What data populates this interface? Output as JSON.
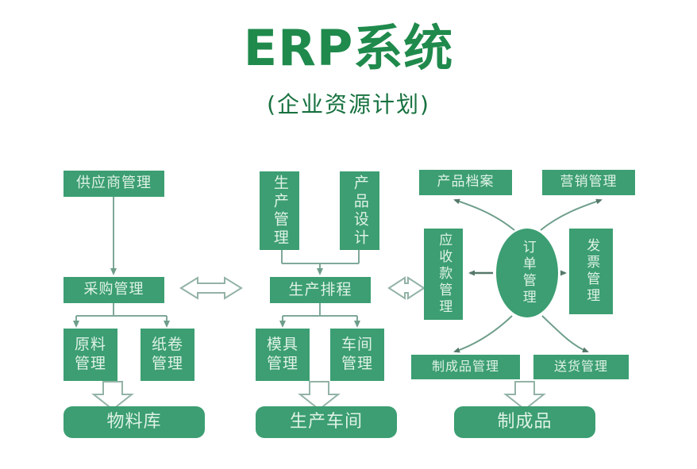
{
  "header": {
    "title": "ERP系统",
    "subtitle": "(企业资源计划)"
  },
  "colors": {
    "node_fill": "#3c9e72",
    "node_text": "#dff2e6",
    "title_green": "#1f8a4c",
    "subtitle_green": "#17713f",
    "connector": "#7fa899",
    "background": "#ffffff"
  },
  "diagram": {
    "type": "flowchart",
    "columns": [
      {
        "name": "procurement-column",
        "nodes": [
          "供应商管理",
          "采购管理",
          "原料管理",
          "纸卷管理",
          "物料库"
        ]
      },
      {
        "name": "production-column",
        "nodes": [
          "生产管理",
          "产品设计",
          "生产排程",
          "模具管理",
          "车间管理",
          "生产车间"
        ]
      },
      {
        "name": "order-column",
        "nodes": [
          "产品档案",
          "营销管理",
          "应收款管理",
          "订单管理",
          "发票管理",
          "制成品管理",
          "送货管理",
          "制成品"
        ]
      }
    ],
    "nodes": {
      "supplier_mgmt": "供应商管理",
      "purchase_mgmt": "采购管理",
      "raw_material_mgmt": "原料\n管理",
      "raw_material_mgmt_l1": "原料",
      "raw_material_mgmt_l2": "管理",
      "paper_roll_mgmt_l1": "纸卷",
      "paper_roll_mgmt_l2": "管理",
      "material_warehouse": "物料库",
      "production_mgmt": "生产管理",
      "product_design": "产品设计",
      "production_schedule": "生产排程",
      "mold_mgmt_l1": "模具",
      "mold_mgmt_l2": "管理",
      "workshop_mgmt_l1": "车间",
      "workshop_mgmt_l2": "管理",
      "production_workshop": "生产车间",
      "product_archive": "产品档案",
      "marketing_mgmt": "营销管理",
      "receivables_mgmt": "应收款管理",
      "order_mgmt": "订单管理",
      "invoice_mgmt": "发票管理",
      "finished_goods_mgmt": "制成品管理",
      "delivery_mgmt": "送货管理",
      "finished_goods": "制成品"
    },
    "connections": [
      {
        "from": "供应商管理",
        "to": "采购管理",
        "style": "solid-arrow-down"
      },
      {
        "from": "采购管理",
        "to": "原料管理",
        "style": "solid-arrow-down"
      },
      {
        "from": "采购管理",
        "to": "纸卷管理",
        "style": "solid-arrow-down"
      },
      {
        "from": "原料管理 / 纸卷管理",
        "to": "物料库",
        "style": "hollow-block-arrow-down"
      },
      {
        "from": "生产管理",
        "to": "生产排程",
        "style": "solid-arrow-down"
      },
      {
        "from": "产品设计",
        "to": "生产排程",
        "style": "solid-arrow-down"
      },
      {
        "from": "生产排程",
        "to": "模具管理",
        "style": "solid-arrow-down"
      },
      {
        "from": "生产排程",
        "to": "车间管理",
        "style": "solid-arrow-down"
      },
      {
        "from": "模具管理 / 车间管理",
        "to": "生产车间",
        "style": "hollow-block-arrow-down"
      },
      {
        "from": "采购管理",
        "to": "生产排程",
        "style": "hollow-double-arrow"
      },
      {
        "from": "生产排程",
        "to": "应收款管理",
        "style": "hollow-double-arrow"
      },
      {
        "from": "订单管理",
        "to": "应收款管理",
        "style": "solid-arrow-left"
      },
      {
        "from": "订单管理",
        "to": "发票管理",
        "style": "solid-arrow-right"
      },
      {
        "from": "订单管理",
        "to": "产品档案",
        "style": "curved-arrow-up-left"
      },
      {
        "from": "订单管理",
        "to": "营销管理",
        "style": "curved-arrow-up-right"
      },
      {
        "from": "订单管理",
        "to": "制成品管理",
        "style": "curved-arrow-down-left"
      },
      {
        "from": "订单管理",
        "to": "送货管理",
        "style": "curved-arrow-down-right"
      },
      {
        "from": "制成品管理 / 送货管理",
        "to": "制成品",
        "style": "hollow-block-arrow-down"
      }
    ]
  }
}
